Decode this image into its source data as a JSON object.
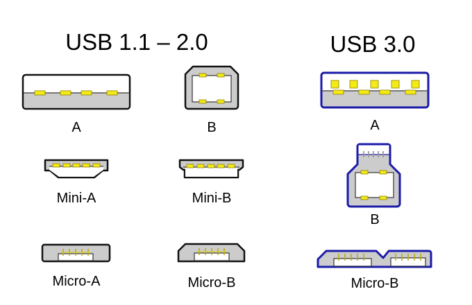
{
  "headings": {
    "usb2": "USB 1.1 – 2.0",
    "usb3": "USB 3.0"
  },
  "connectors": {
    "usb2_a": "A",
    "usb2_b": "B",
    "usb2_mini_a": "Mini-A",
    "usb2_mini_b": "Mini-B",
    "usb2_micro_a": "Micro-A",
    "usb2_micro_b": "Micro-B",
    "usb3_a": "A",
    "usb3_b": "B",
    "usb3_micro_b": "Micro-B"
  },
  "colors": {
    "pin": "#f4ea16",
    "shell": "#cccccc",
    "usb3_outline": "#1a1aa8",
    "usb2_outline": "#111111"
  }
}
